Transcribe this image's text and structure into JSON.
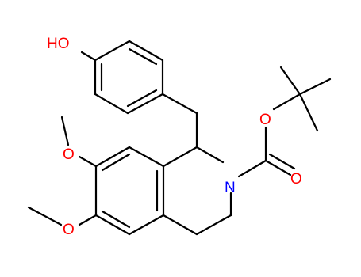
{
  "structure": {
    "colors": {
      "bond": "#000000",
      "oxygen": "#ff0000",
      "nitrogen": "#0000ff"
    },
    "atoms": {
      "hydroxyl": "HO",
      "carbamate_ether_oxygen": "O",
      "carbonyl_oxygen": "O",
      "ring_nitrogen": "N",
      "methoxy_oxygen_upper": "O",
      "methoxy_oxygen_lower": "O"
    }
  }
}
